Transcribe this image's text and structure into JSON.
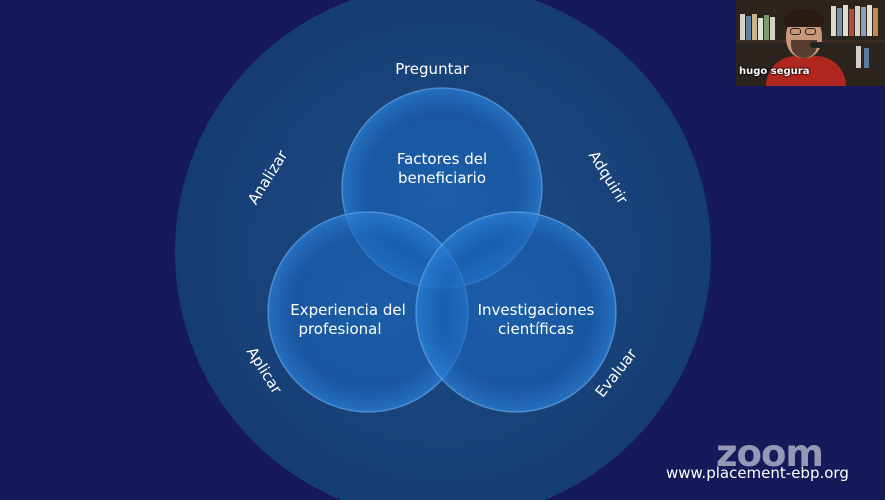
{
  "diagram": {
    "outer_labels": {
      "top": "Preguntar",
      "upper_left": "Analizar",
      "upper_right": "Adquirir",
      "lower_left": "Aplicar",
      "lower_right": "Evaluar"
    },
    "circles": {
      "top": [
        "Factores del",
        "beneficiario"
      ],
      "left": [
        "Experiencia del",
        "profesional"
      ],
      "right": [
        "Investigaciones",
        "científicas"
      ]
    }
  },
  "participant": {
    "name": "hugo segura"
  },
  "footer": {
    "watermark": "zoom",
    "url": "www.placement-ebp.org"
  }
}
